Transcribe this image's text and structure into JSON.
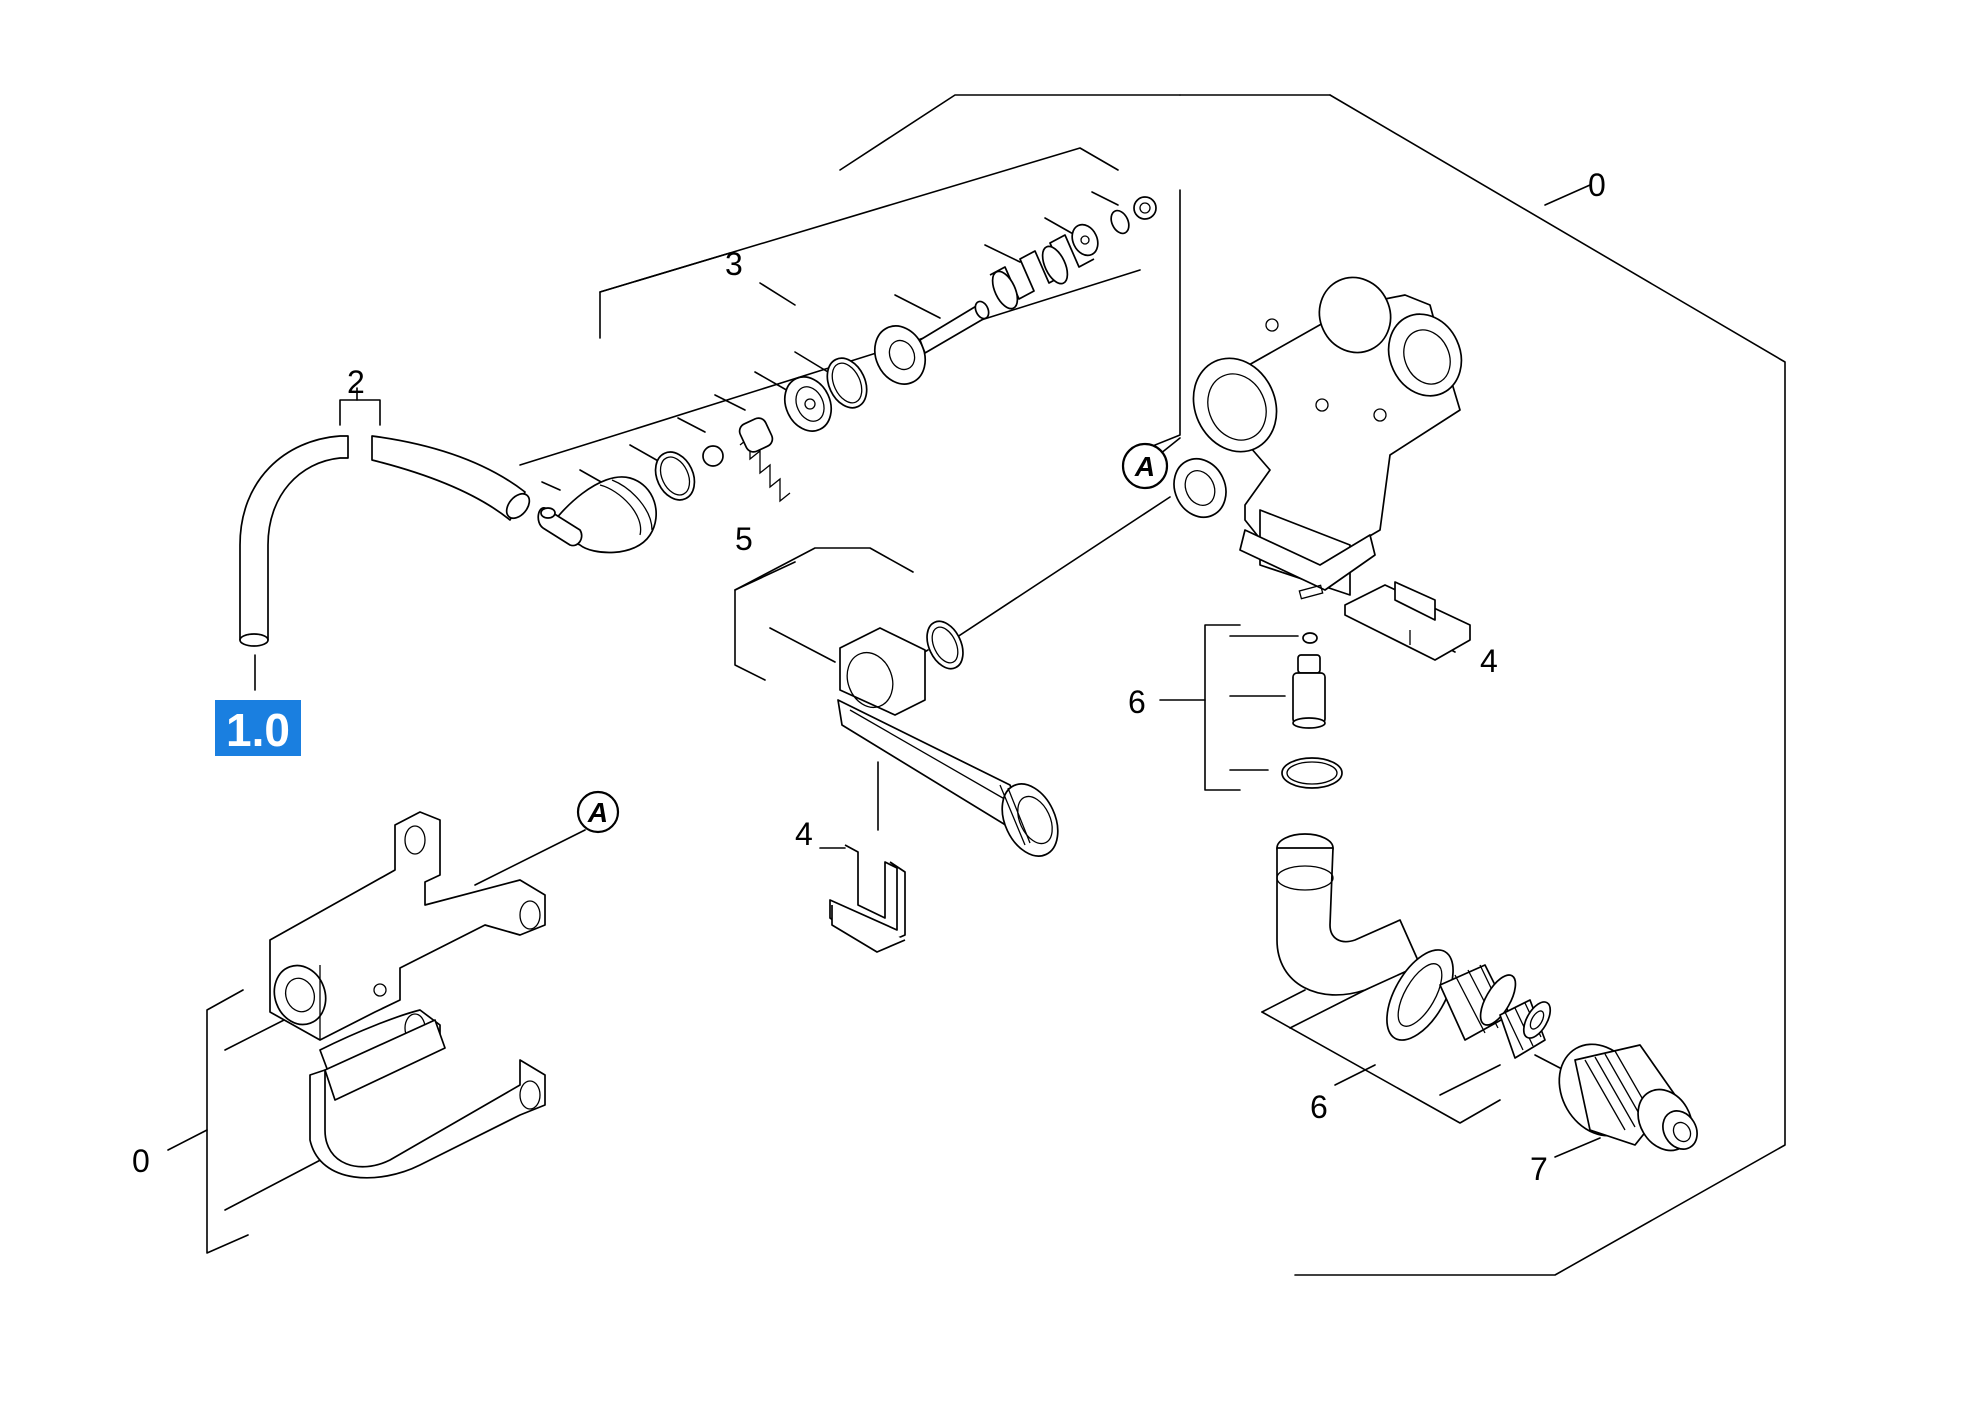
{
  "diagram": {
    "callouts": {
      "c0_top": "0",
      "c3": "3",
      "c2": "2",
      "c5": "5",
      "c4_right": "4",
      "c6_top": "6",
      "c4_mid": "4",
      "c0_left": "0",
      "c6_bottom": "6",
      "c7": "7"
    },
    "reference_marks": {
      "a_upper": "A",
      "a_lower": "A"
    },
    "highlight_badge": {
      "label": "1.0",
      "color": "#1a7fe0"
    }
  }
}
